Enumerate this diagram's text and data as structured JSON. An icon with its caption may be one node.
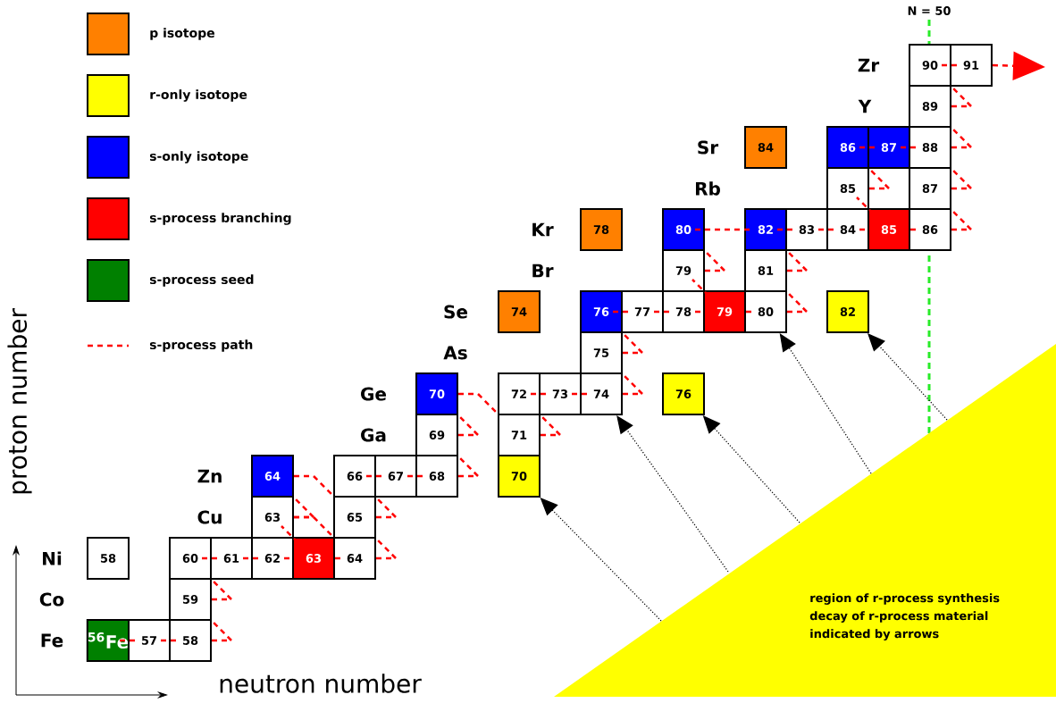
{
  "diagram": {
    "nodes": [
      {
        "text": [
          "90"
        ]
      },
      {
        "text": [
          "91"
        ]
      },
      {
        "text": [
          "89"
        ]
      },
      {
        "text": [
          "84"
        ]
      },
      {
        "text": [
          "86"
        ]
      },
      {
        "text": [
          "87"
        ]
      },
      {
        "text": [
          "88"
        ]
      },
      {
        "text": [
          "85"
        ]
      },
      {
        "text": [
          "87"
        ]
      },
      {
        "text": [
          "78"
        ]
      },
      {
        "text": [
          "80"
        ]
      },
      {
        "text": [
          "82"
        ]
      },
      {
        "text": [
          "83"
        ]
      },
      {
        "text": [
          "84"
        ]
      },
      {
        "text": [
          "85"
        ]
      },
      {
        "text": [
          "86"
        ]
      },
      {
        "text": [
          "79"
        ]
      },
      {
        "text": [
          "81"
        ]
      },
      {
        "text": [
          "74"
        ]
      },
      {
        "text": [
          "76"
        ]
      },
      {
        "text": [
          "77"
        ]
      },
      {
        "text": [
          "78"
        ]
      },
      {
        "text": [
          "79"
        ]
      },
      {
        "text": [
          "80"
        ]
      },
      {
        "text": [
          "82"
        ]
      },
      {
        "text": [
          "75"
        ]
      },
      {
        "text": [
          "70"
        ]
      },
      {
        "text": [
          "72"
        ]
      },
      {
        "text": [
          "73"
        ]
      },
      {
        "text": [
          "74"
        ]
      },
      {
        "text": [
          "76"
        ]
      },
      {
        "text": [
          "69"
        ]
      },
      {
        "text": [
          "71"
        ]
      },
      {
        "text": [
          "64"
        ]
      },
      {
        "text": [
          "66"
        ]
      },
      {
        "text": [
          "67"
        ]
      },
      {
        "text": [
          "68"
        ]
      },
      {
        "text": [
          "70"
        ]
      },
      {
        "text": [
          "63"
        ]
      },
      {
        "text": [
          "65"
        ]
      },
      {
        "text": [
          "58"
        ]
      },
      {
        "text": [
          "60"
        ]
      },
      {
        "text": [
          "61"
        ]
      },
      {
        "text": [
          "62"
        ]
      },
      {
        "text": [
          "63"
        ]
      },
      {
        "text": [
          "64"
        ]
      },
      {
        "text": [
          "59"
        ]
      },
      {
        "text": [
          "$^{56}$Fe"
        ]
      },
      {
        "text": [
          "57"
        ]
      },
      {
        "text": [
          "58"
        ]
      },
      {
        "text": [
          "region of r-process synthesis",
          "decay of r-process material indicated by arrows"
        ]
      }
    ],
    "edges": [
      {
        "from": 47,
        "to": 48,
        "arrow": "none",
        "style": "dashed"
      },
      {
        "from": 48,
        "to": 49,
        "arrow": "none",
        "style": "dashed"
      },
      {
        "from": 49,
        "to": 46,
        "arrow": "none",
        "style": "dashed"
      },
      {
        "from": 46,
        "to": 41,
        "arrow": "none",
        "style": "dashed"
      },
      {
        "from": 41,
        "to": 42,
        "arrow": "none",
        "style": "dashed"
      },
      {
        "from": 42,
        "to": 43,
        "arrow": "none",
        "style": "dashed"
      },
      {
        "from": 43,
        "to": 44,
        "arrow": "none",
        "style": "dashed"
      },
      {
        "from": 44,
        "to": 45,
        "arrow": "none",
        "style": "dashed"
      },
      {
        "from": 44,
        "to": 38,
        "arrow": "none",
        "style": "dashed"
      },
      {
        "from": 38,
        "to": 33,
        "arrow": "none",
        "style": "dashed"
      },
      {
        "from": 38,
        "to": 45,
        "arrow": "none",
        "style": "dashed"
      },
      {
        "from": 33,
        "to": 39,
        "arrow": "none",
        "style": "dashed"
      },
      {
        "from": 45,
        "to": 39,
        "arrow": "none",
        "style": "dashed"
      },
      {
        "from": 39,
        "to": 34,
        "arrow": "none",
        "style": "dashed"
      },
      {
        "from": 34,
        "to": 35,
        "arrow": "none",
        "style": "dashed"
      },
      {
        "from": 35,
        "to": 36,
        "arrow": "none",
        "style": "dashed"
      },
      {
        "from": 36,
        "to": 31,
        "arrow": "none",
        "style": "dashed"
      },
      {
        "from": 31,
        "to": 26,
        "arrow": "none",
        "style": "dashed"
      },
      {
        "from": 26,
        "to": 32,
        "arrow": "none",
        "style": "dashed"
      },
      {
        "from": 32,
        "to": 27,
        "arrow": "none",
        "style": "dashed"
      },
      {
        "from": 27,
        "to": 28,
        "arrow": "none",
        "style": "dashed"
      },
      {
        "from": 28,
        "to": 29,
        "arrow": "none",
        "style": "dashed"
      },
      {
        "from": 29,
        "to": 25,
        "arrow": "none",
        "style": "dashed"
      },
      {
        "from": 25,
        "to": 19,
        "arrow": "none",
        "style": "dashed"
      },
      {
        "from": 19,
        "to": 20,
        "arrow": "none",
        "style": "dashed"
      },
      {
        "from": 20,
        "to": 21,
        "arrow": "none",
        "style": "dashed"
      },
      {
        "from": 21,
        "to": 22,
        "arrow": "none",
        "style": "dashed"
      },
      {
        "from": 22,
        "to": 16,
        "arrow": "none",
        "style": "dashed"
      },
      {
        "from": 22,
        "to": 23,
        "arrow": "none",
        "style": "dashed"
      },
      {
        "from": 23,
        "to": 17,
        "arrow": "none",
        "style": "dashed"
      },
      {
        "from": 16,
        "to": 10,
        "arrow": "none",
        "style": "dashed"
      },
      {
        "from": 17,
        "to": 11,
        "arrow": "none",
        "style": "dashed"
      },
      {
        "from": 10,
        "to": 11,
        "arrow": "none",
        "style": "dashed"
      },
      {
        "from": 11,
        "to": 12,
        "arrow": "none",
        "style": "dashed"
      },
      {
        "from": 12,
        "to": 13,
        "arrow": "none",
        "style": "dashed"
      },
      {
        "from": 13,
        "to": 14,
        "arrow": "none",
        "style": "dashed"
      },
      {
        "from": 14,
        "to": 7,
        "arrow": "none",
        "style": "dashed"
      },
      {
        "from": 14,
        "to": 15,
        "arrow": "none",
        "style": "dashed"
      },
      {
        "from": 7,
        "to": 4,
        "arrow": "none",
        "style": "dashed"
      },
      {
        "from": 4,
        "to": 5,
        "arrow": "none",
        "style": "dashed"
      },
      {
        "from": 5,
        "to": 6,
        "arrow": "none",
        "style": "dashed"
      },
      {
        "from": 15,
        "to": 8,
        "arrow": "none",
        "style": "dashed"
      },
      {
        "from": 8,
        "to": 6,
        "arrow": "none",
        "style": "dashed"
      },
      {
        "from": 6,
        "to": 2,
        "arrow": "none",
        "style": "dashed"
      },
      {
        "from": 2,
        "to": 0,
        "arrow": "none",
        "style": "dashed"
      },
      {
        "from": 0,
        "to": 1,
        "arrow": "none",
        "style": "dashed"
      },
      {
        "from": 1,
        "to": null,
        "arrow": "to",
        "style": "dashed"
      },
      {
        "from": 50,
        "to": 37,
        "arrow": "to",
        "color": "#000000"
      },
      {
        "from": 50,
        "to": 29,
        "arrow": "to",
        "color": "#000000"
      },
      {
        "from": 50,
        "to": 30,
        "arrow": "to",
        "color": "#000000"
      },
      {
        "from": 50,
        "to": 23,
        "arrow": "to",
        "color": "#000000"
      },
      {
        "from": 50,
        "to": 24,
        "arrow": "to",
        "color": "#000000"
      }
    ],
    "labels": [
      "N = 50",
      "Zr",
      "Y",
      "Sr",
      "Rb",
      "Kr",
      "Br",
      "Se",
      "As",
      "Ge",
      "Ga",
      "Zn",
      "Cu",
      "Ni",
      "Co",
      "Fe",
      "proton number",
      "neutron number"
    ],
    "legend": [
      {
        "text": "p isotope",
        "color": "#ff8000"
      },
      {
        "text": "r-only isotope",
        "color": "#ffff00"
      },
      {
        "text": "s-only isotope",
        "color": "#0000ff"
      },
      {
        "text": "s-process branching",
        "color": "#ff0000"
      },
      {
        "text": "s-process seed",
        "color": "#008000"
      },
      {
        "text": "s-process path"
      }
    ]
  }
}
